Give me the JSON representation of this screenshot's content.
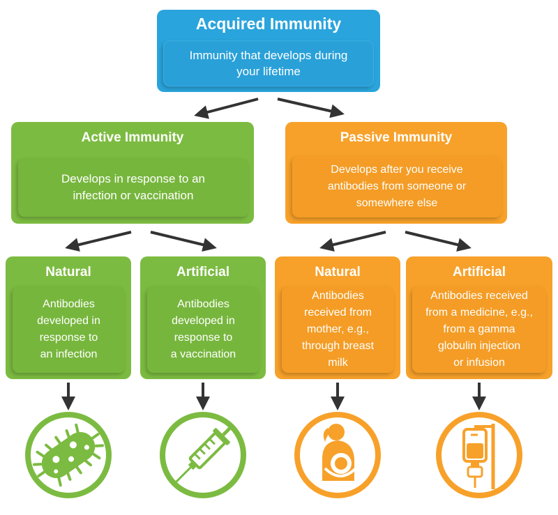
{
  "colors": {
    "blue": "#2aa4dc",
    "green": "#7cbb41",
    "orange": "#f7a12a",
    "arrow": "#333333"
  },
  "root": {
    "title": "Acquired Immunity",
    "text": "Immunity that develops during\nyour lifetime"
  },
  "active": {
    "title": "Active Immunity",
    "text": "Develops in response to an\ninfection or vaccination"
  },
  "passive": {
    "title": "Passive Immunity",
    "text": "Develops after you receive\nantibodies from someone or\nsomewhere else"
  },
  "active_natural": {
    "title": "Natural",
    "text": "Antibodies\ndeveloped in\nresponse to\nan infection",
    "icon": "bacteria-icon"
  },
  "active_artificial": {
    "title": "Artificial",
    "text": "Antibodies\ndeveloped in\nresponse to\na vaccination",
    "icon": "syringe-icon"
  },
  "passive_natural": {
    "title": "Natural",
    "text": "Antibodies\nreceived from\nmother, e.g.,\nthrough breast\nmilk",
    "icon": "breastfeeding-mother-icon"
  },
  "passive_artificial": {
    "title": "Artificial",
    "text": "Antibodies received\nfrom a medicine, e.g.,\nfrom a gamma\nglobulin injection\nor infusion",
    "icon": "iv-bag-icon"
  }
}
